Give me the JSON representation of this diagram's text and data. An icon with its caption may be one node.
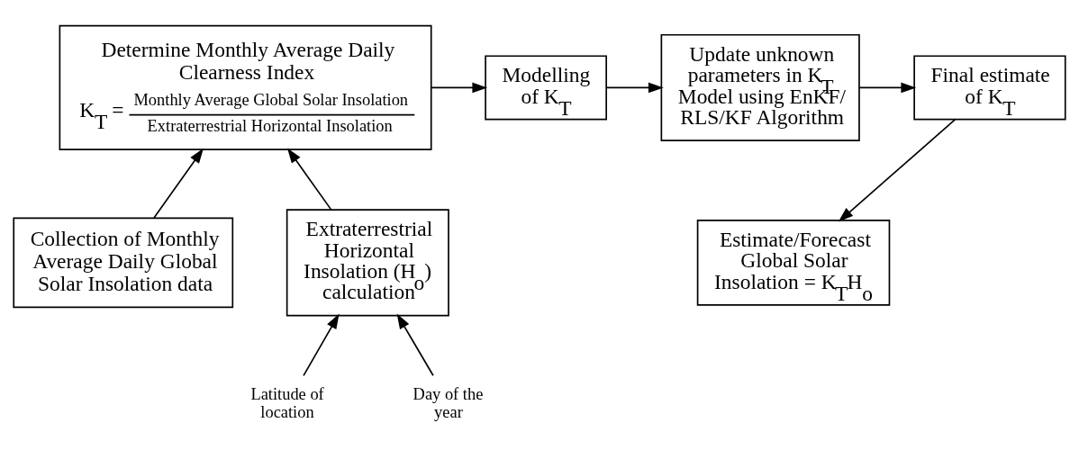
{
  "diagram": {
    "nodes": [
      {
        "text": [
          "Determine Monthly Average Daily Clearness Index",
          "K$_{T}$ =",
          "Monthly Average Global Solar Insolation",
          "Extraterrestrial Horizontal Insolation"
        ]
      },
      {
        "text": [
          "Modelling of K$_{T}$"
        ]
      },
      {
        "text": [
          "Update unknown parameters in K$_{T}$ Model using EnKF/ RLS/KF Algorithm"
        ]
      },
      {
        "text": [
          "Final estimate of K$_{T}$"
        ]
      },
      {
        "text": [
          "Collection of Monthly Average Daily Global Solar Insolation data"
        ]
      },
      {
        "text": [
          "Extraterrestrial Horizontal Insolation (H$_{o}$) calculation"
        ]
      },
      {
        "text": [
          "Estimate/Forecast Global Solar Insolation = K$_{T}$H$_{o}$"
        ]
      },
      {
        "text": [
          "Latitude of location"
        ]
      },
      {
        "text": [
          "Day of the year"
        ]
      }
    ],
    "edges": [
      {
        "from": 0,
        "to": 1,
        "arrow": "to"
      },
      {
        "from": 1,
        "to": 2,
        "arrow": "to"
      },
      {
        "from": 2,
        "to": 3,
        "arrow": "to"
      },
      {
        "from": 3,
        "to": 6,
        "arrow": "to"
      },
      {
        "from": 4,
        "to": 0,
        "arrow": "to"
      },
      {
        "from": 5,
        "to": 0,
        "arrow": "to"
      },
      {
        "from": 7,
        "to": 5,
        "arrow": "to"
      },
      {
        "from": 8,
        "to": 5,
        "arrow": "to"
      }
    ]
  }
}
